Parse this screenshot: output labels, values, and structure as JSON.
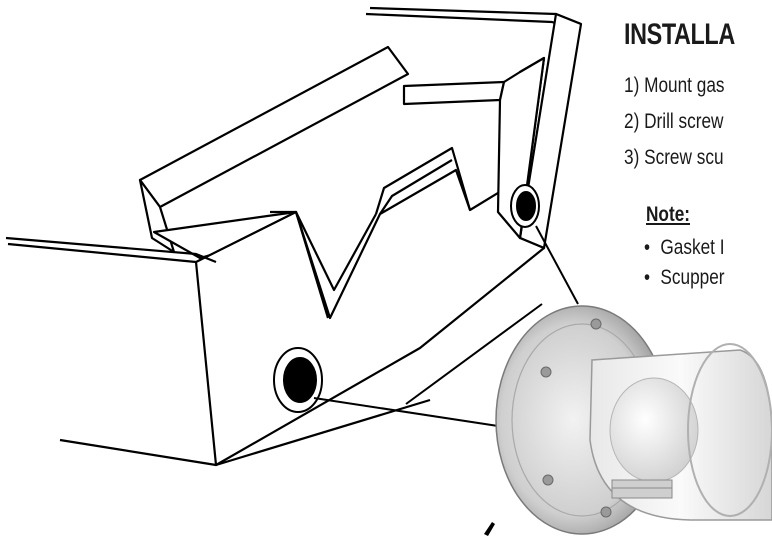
{
  "heading": "INSTALLA",
  "steps": [
    "1) Mount gas",
    "2) Drill screw",
    "3) Screw scu"
  ],
  "note": {
    "heading": "Note:",
    "items": [
      "Gasket I",
      "Scupper"
    ]
  },
  "colors": {
    "ink": "#000000",
    "text": "#1a1a1a",
    "background": "#ffffff"
  }
}
